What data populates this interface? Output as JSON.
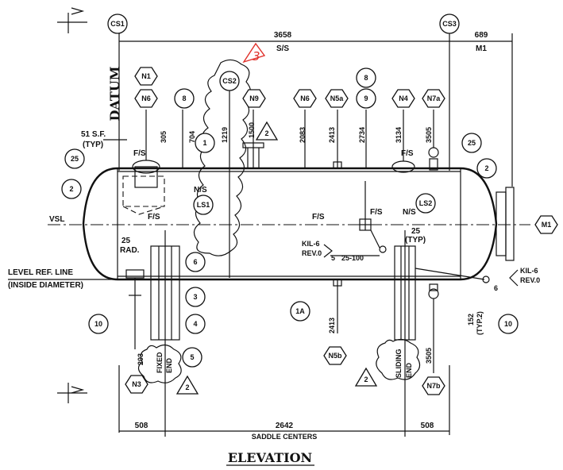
{
  "title": "ELEVATION",
  "datum": "DATUM",
  "revision": "3",
  "dims": {
    "overall": "3658",
    "overall_sub": "S/S",
    "right_top": "689",
    "right_top_sub": "M1",
    "sf": "51 S.F.",
    "sf_typ": "(TYP)",
    "saddle_left": "508",
    "saddle_center": "2642",
    "saddle_center_sub": "SADDLE CENTERS",
    "saddle_right": "508",
    "v305": "305",
    "v704": "704",
    "v1219": "1219",
    "v1500": "1500",
    "v2083": "2083",
    "v2413": "2413",
    "v2734": "2734",
    "v3134": "3134",
    "v3505": "3505",
    "v2413b": "2413",
    "v3505b": "3505",
    "v203": "203",
    "v152": "152",
    "v152_typ": "(TYP.2)",
    "rad": "25",
    "rad_sub": "RAD.",
    "r25": "25",
    "r25_typ": "(TYP)"
  },
  "labels": {
    "vsl": "VSL",
    "level_ref": "LEVEL REF. LINE",
    "inside_dia": "(INSIDE DIAMETER)",
    "fs": "F/S",
    "ns": "N/S",
    "kil_a": "KIL-6",
    "rev_a": "REV.0",
    "weld": "25-100",
    "weld_num": "5",
    "kil_b": "KIL-6",
    "rev_b": "REV.0",
    "weld_b": "6",
    "fixed": "FIXED",
    "fixed_end": "END",
    "sliding": "SLIDING",
    "sliding_end": "END"
  },
  "tags": {
    "cs1": "CS1",
    "cs2": "CS2",
    "cs3": "CS3",
    "n1": "N1",
    "n6": "N6",
    "n9": "N9",
    "n6b": "N6",
    "n5a": "N5a",
    "n4": "N4",
    "n7a": "N7a",
    "n5b": "N5b",
    "n3": "N3",
    "n7b": "N7b",
    "ls1": "LS1",
    "ls2": "LS2",
    "m1": "M1",
    "c1": "1",
    "c1a": "1A",
    "c2": "2",
    "c2b": "2",
    "c3": "3",
    "c4": "4",
    "c5": "5",
    "c6": "6",
    "c8": "8",
    "c8b": "8",
    "c9": "9",
    "c10": "10",
    "c10b": "10",
    "c25": "25",
    "c25b": "25",
    "tri": "2"
  }
}
